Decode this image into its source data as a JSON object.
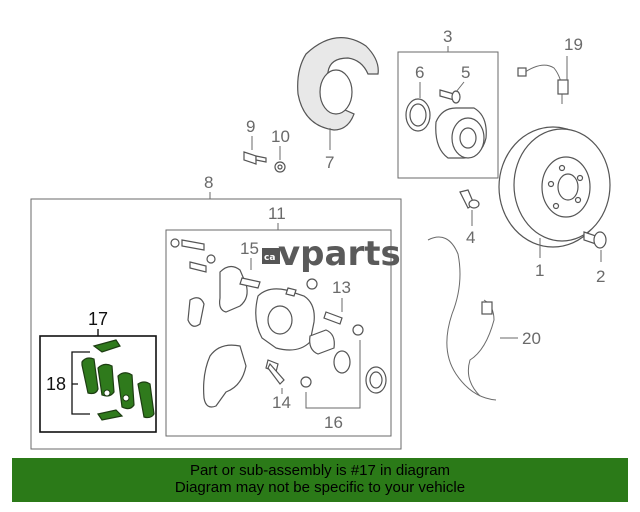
{
  "callouts": {
    "c1": "1",
    "c2": "2",
    "c3": "3",
    "c4": "4",
    "c5": "5",
    "c6": "6",
    "c7": "7",
    "c8": "8",
    "c9": "9",
    "c10": "10",
    "c11": "11",
    "c13": "13",
    "c14": "14",
    "c15": "15",
    "c16": "16",
    "c17": "17",
    "c18": "18",
    "c19": "19",
    "c20": "20"
  },
  "watermark": {
    "brand": "vparts",
    "badge": "ca"
  },
  "banner": {
    "line1": "Part or sub-assembly is #17 in diagram",
    "line2": "Diagram may not be specific to your vehicle"
  },
  "colors": {
    "highlight": "#2f7a1c",
    "banner": "#2b7a18",
    "linework": "#6a6a6a"
  }
}
